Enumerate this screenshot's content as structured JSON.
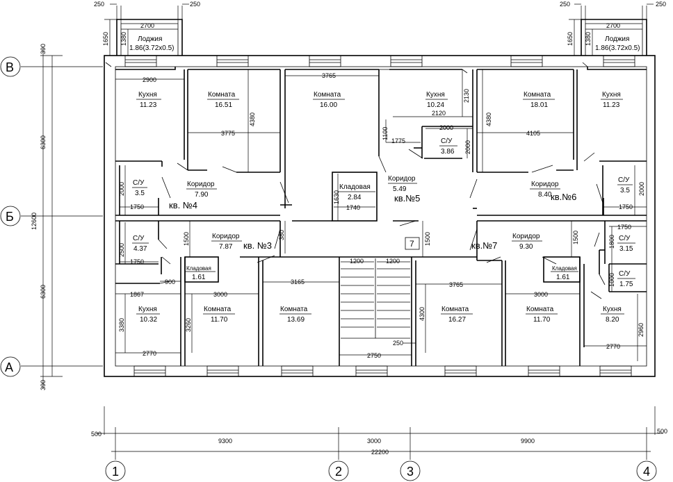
{
  "axes": {
    "rows": [
      "В",
      "Б",
      "А"
    ],
    "cols": [
      "1",
      "2",
      "3",
      "4"
    ]
  },
  "dims": {
    "top_left": [
      "250",
      "250",
      "2700",
      "1650",
      "1380"
    ],
    "top_right": [
      "250",
      "250",
      "2700",
      "1650",
      "1380"
    ],
    "left_vertical": [
      "390",
      "6300",
      "12600",
      "6300",
      "390"
    ],
    "bottom_row1": [
      "500",
      "9300",
      "3000",
      "9900",
      "500"
    ],
    "bottom_total": "22200",
    "inner": {
      "d2900": "2900",
      "d3775": "3775",
      "d4380a": "4380",
      "d3765a": "3765",
      "d2130": "2130",
      "d2120": "2120",
      "d2000a": "2000",
      "d1775": "1775",
      "d1100": "1100",
      "d2000b": "2000",
      "d4105": "4105",
      "d4380b": "4380",
      "d2000c": "2000",
      "d1750a": "1750",
      "d1630": "1630",
      "d1740": "1740",
      "d2000d": "2000",
      "d1750b": "1750",
      "d380": "380",
      "d1500a": "1500",
      "d2500": "2500",
      "d1750c": "1750",
      "d900": "900",
      "d1867": "1867",
      "d3000a": "3000",
      "d3165": "3165",
      "d1200a": "1200",
      "d1200b": "1200",
      "d1500b": "1500",
      "d1500c": "1500",
      "d1750d": "1750",
      "d1800": "1800",
      "d1000": "1000",
      "d3765b": "3765",
      "d3000b": "3000",
      "d3380": "3380",
      "d3260": "3260",
      "d4300": "4300",
      "d2960": "2960",
      "d2770a": "2770",
      "d2750": "2750",
      "d250": "250",
      "d2770b": "2770"
    }
  },
  "loggias": [
    {
      "name": "Лоджия",
      "area": "1.86(3.72x0.5)"
    },
    {
      "name": "Лоджия",
      "area": "1.86(3.72x0.5)"
    }
  ],
  "rooms": [
    {
      "name": "Кухня",
      "area": "11.23"
    },
    {
      "name": "Комната",
      "area": "16.51"
    },
    {
      "name": "Комната",
      "area": "16.00"
    },
    {
      "name": "Кухня",
      "area": "10.24"
    },
    {
      "name": "Комната",
      "area": "18.01"
    },
    {
      "name": "Кухня",
      "area": "11.23"
    },
    {
      "name": "С/У",
      "area": "3.86"
    },
    {
      "name": "С/У",
      "area": "3.5"
    },
    {
      "name": "Коридор",
      "area": "7.90"
    },
    {
      "name": "Кладовая",
      "area": "2.84"
    },
    {
      "name": "Коридор",
      "area": "5.49"
    },
    {
      "name": "Коридор",
      "area": "8.40"
    },
    {
      "name": "С/У",
      "area": "3.5"
    },
    {
      "name": "С/У",
      "area": "4.37"
    },
    {
      "name": "Коридор",
      "area": "7.87"
    },
    {
      "name": "Кладовая",
      "area": "1.61"
    },
    {
      "name": "Коридор",
      "area": "9.30"
    },
    {
      "name": "С/У",
      "area": "3.15"
    },
    {
      "name": "Кладовая",
      "area": "1.61"
    },
    {
      "name": "С/У",
      "area": "1.75"
    },
    {
      "name": "Кухня",
      "area": "10.32"
    },
    {
      "name": "Комната",
      "area": "11.70"
    },
    {
      "name": "Комната",
      "area": "13.69"
    },
    {
      "name": "Комната",
      "area": "16.27"
    },
    {
      "name": "Комната",
      "area": "11.70"
    },
    {
      "name": "Кухня",
      "area": "8.20"
    }
  ],
  "apartments": [
    "кв. №4",
    "кв.№5",
    "кв.№6",
    "кв. №3",
    "кв.№7"
  ],
  "stair_number": "7"
}
